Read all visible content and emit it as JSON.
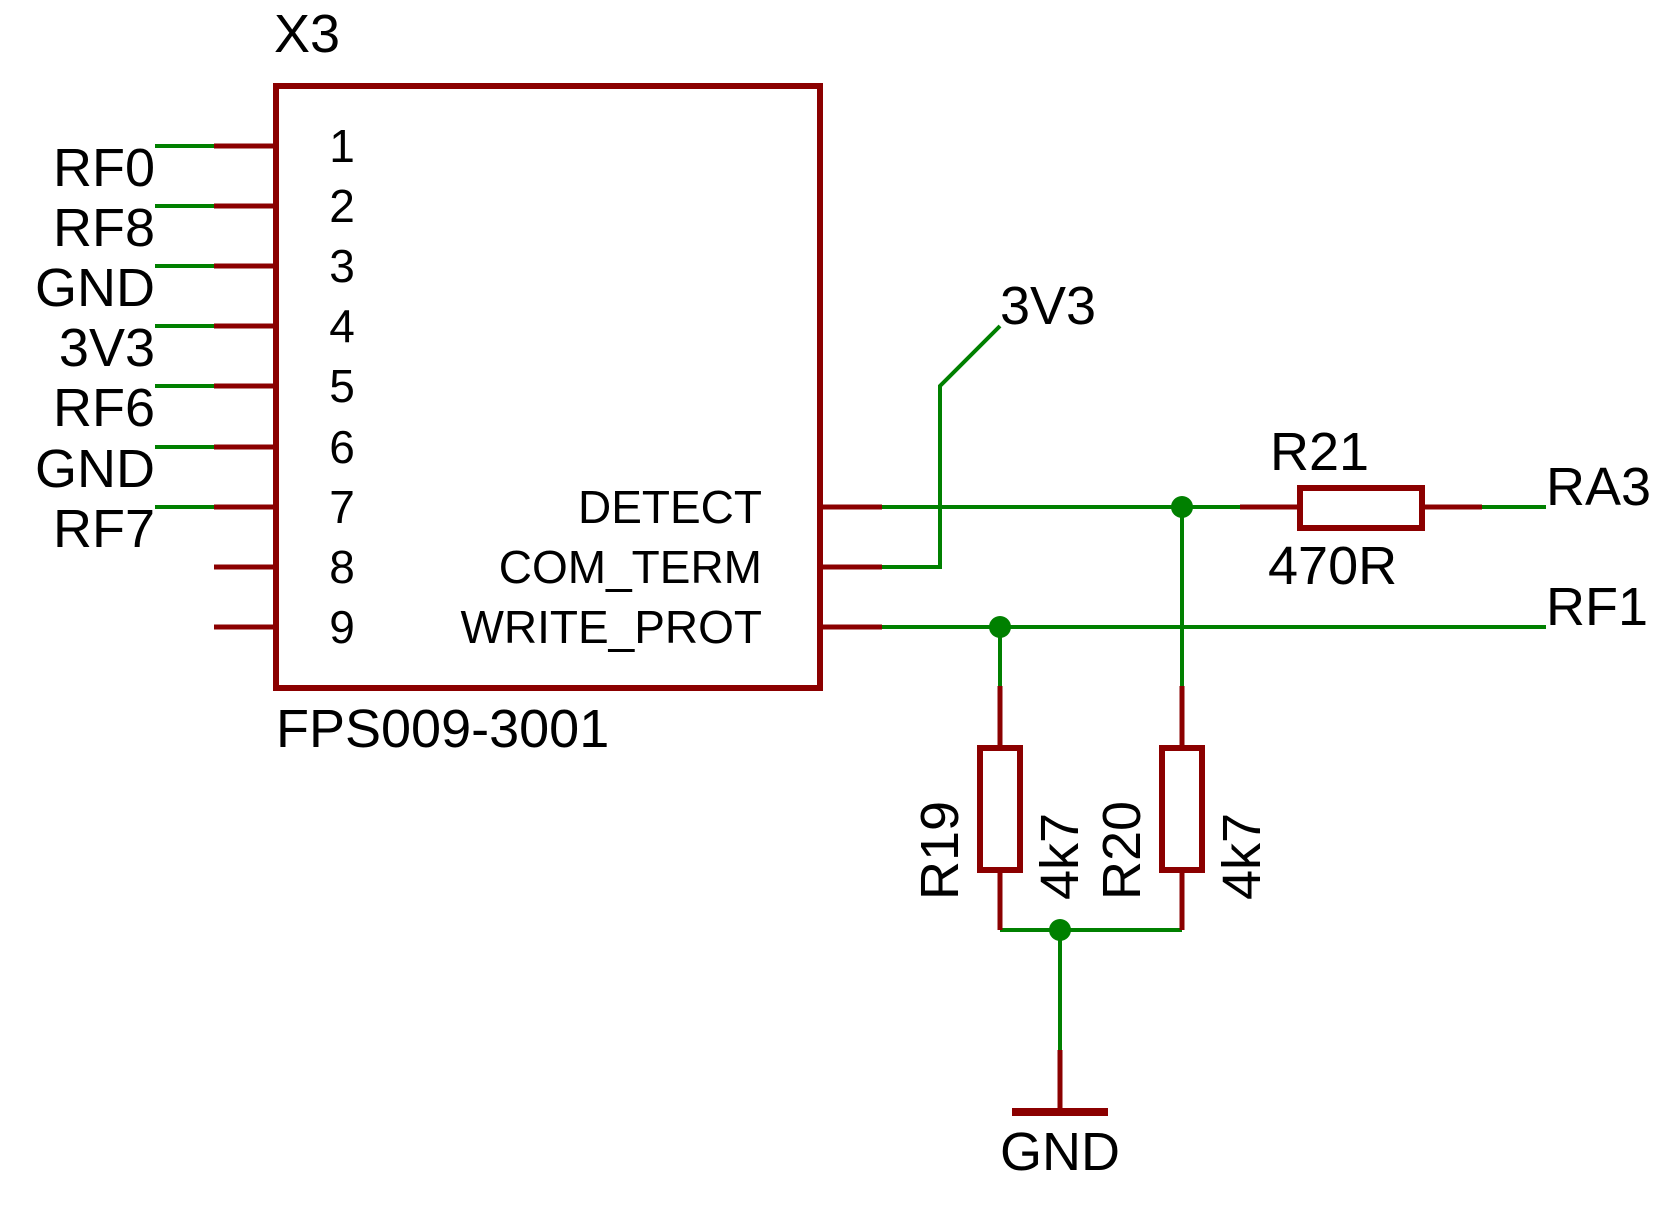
{
  "colors": {
    "part": "#8b0000",
    "wire": "#008000",
    "junction": "#008000",
    "text": "#000000",
    "background": "#ffffff"
  },
  "connector": {
    "reference": "X3",
    "part_number": "FPS009-3001",
    "pins": [
      {
        "number": "1",
        "net": "RF0",
        "function": ""
      },
      {
        "number": "2",
        "net": "RF8",
        "function": ""
      },
      {
        "number": "3",
        "net": "GND",
        "function": ""
      },
      {
        "number": "4",
        "net": "3V3",
        "function": ""
      },
      {
        "number": "5",
        "net": "RF6",
        "function": ""
      },
      {
        "number": "6",
        "net": "GND",
        "function": ""
      },
      {
        "number": "7",
        "net": "RF7",
        "function": "DETECT"
      },
      {
        "number": "8",
        "net": "",
        "function": "COM_TERM"
      },
      {
        "number": "9",
        "net": "",
        "function": "WRITE_PROT"
      }
    ]
  },
  "nets": {
    "supply": "3V3",
    "ground": "GND",
    "detect_out": "RA3",
    "write_prot_out": "RF1"
  },
  "resistors": {
    "r21": {
      "ref": "R21",
      "value": "470R"
    },
    "r19": {
      "ref": "R19",
      "value": "4k7"
    },
    "r20": {
      "ref": "R20",
      "value": "4k7"
    }
  }
}
